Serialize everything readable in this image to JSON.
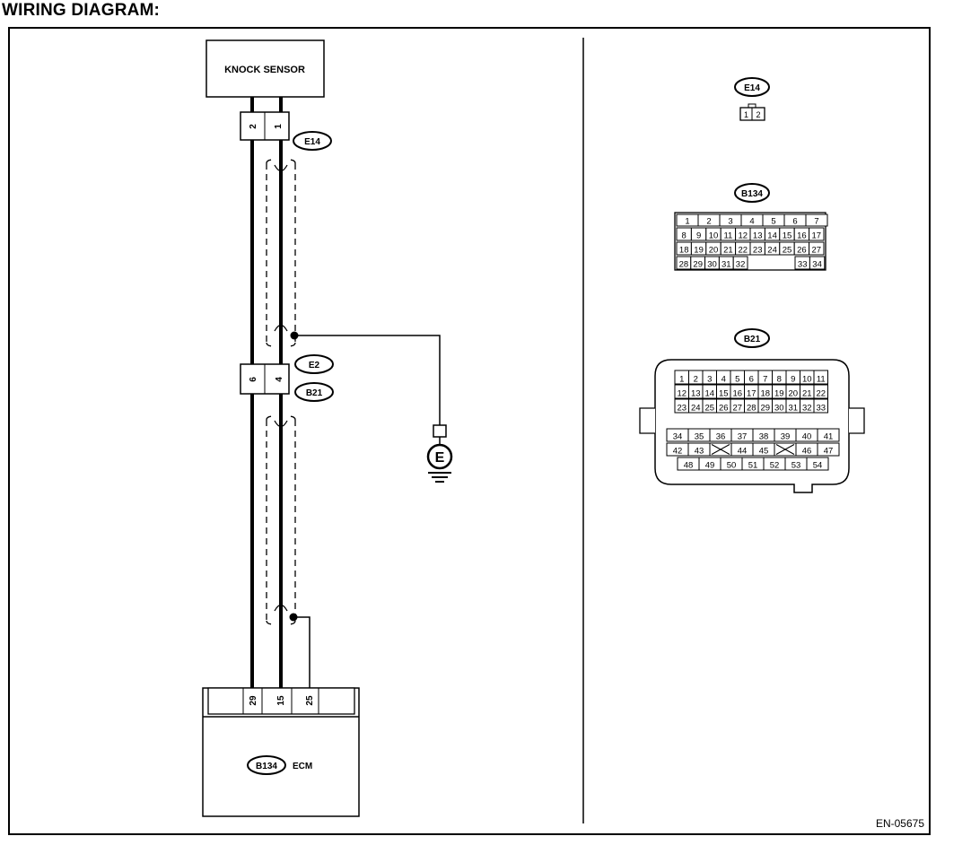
{
  "title": "WIRING DIAGRAM:",
  "doc_code": "EN-05675",
  "knock_sensor": {
    "label": "KNOCK SENSOR",
    "pins": [
      "2",
      "1"
    ]
  },
  "conn_e14": {
    "code": "E14"
  },
  "conn_e2_b21": {
    "codes": [
      "E2",
      "B21"
    ],
    "pins": [
      "6",
      "4"
    ]
  },
  "ground": {
    "symbol": "E"
  },
  "ecm": {
    "code": "B134",
    "label": "ECM",
    "pins": [
      "29",
      "15",
      "25"
    ]
  },
  "face_e14": {
    "code": "E14",
    "pins": [
      "1",
      "2"
    ]
  },
  "face_b134": {
    "code": "B134",
    "row1": [
      "1",
      "2",
      "3",
      "4",
      "5",
      "6",
      "7"
    ],
    "row2": [
      "8",
      "9",
      "10",
      "11",
      "12",
      "13",
      "14",
      "15",
      "16",
      "17"
    ],
    "row3": [
      "18",
      "19",
      "20",
      "21",
      "22",
      "23",
      "24",
      "25",
      "26",
      "27"
    ],
    "row4a": [
      "28",
      "29",
      "30",
      "31",
      "32"
    ],
    "row4b": [
      "33",
      "34"
    ]
  },
  "face_b21": {
    "code": "B21",
    "row1": [
      "1",
      "2",
      "3",
      "4",
      "5",
      "6",
      "7",
      "8",
      "9",
      "10",
      "11"
    ],
    "row2": [
      "12",
      "13",
      "14",
      "15",
      "16",
      "17",
      "18",
      "19",
      "20",
      "21",
      "22"
    ],
    "row3": [
      "23",
      "24",
      "25",
      "26",
      "27",
      "28",
      "29",
      "30",
      "31",
      "32",
      "33"
    ],
    "row4": [
      "34",
      "35",
      "36",
      "37",
      "38",
      "39",
      "40",
      "41"
    ],
    "row5": [
      "42",
      "43",
      "",
      "44",
      "45",
      "",
      "46",
      "47"
    ],
    "row6": [
      "48",
      "49",
      "50",
      "51",
      "52",
      "53",
      "54"
    ]
  }
}
